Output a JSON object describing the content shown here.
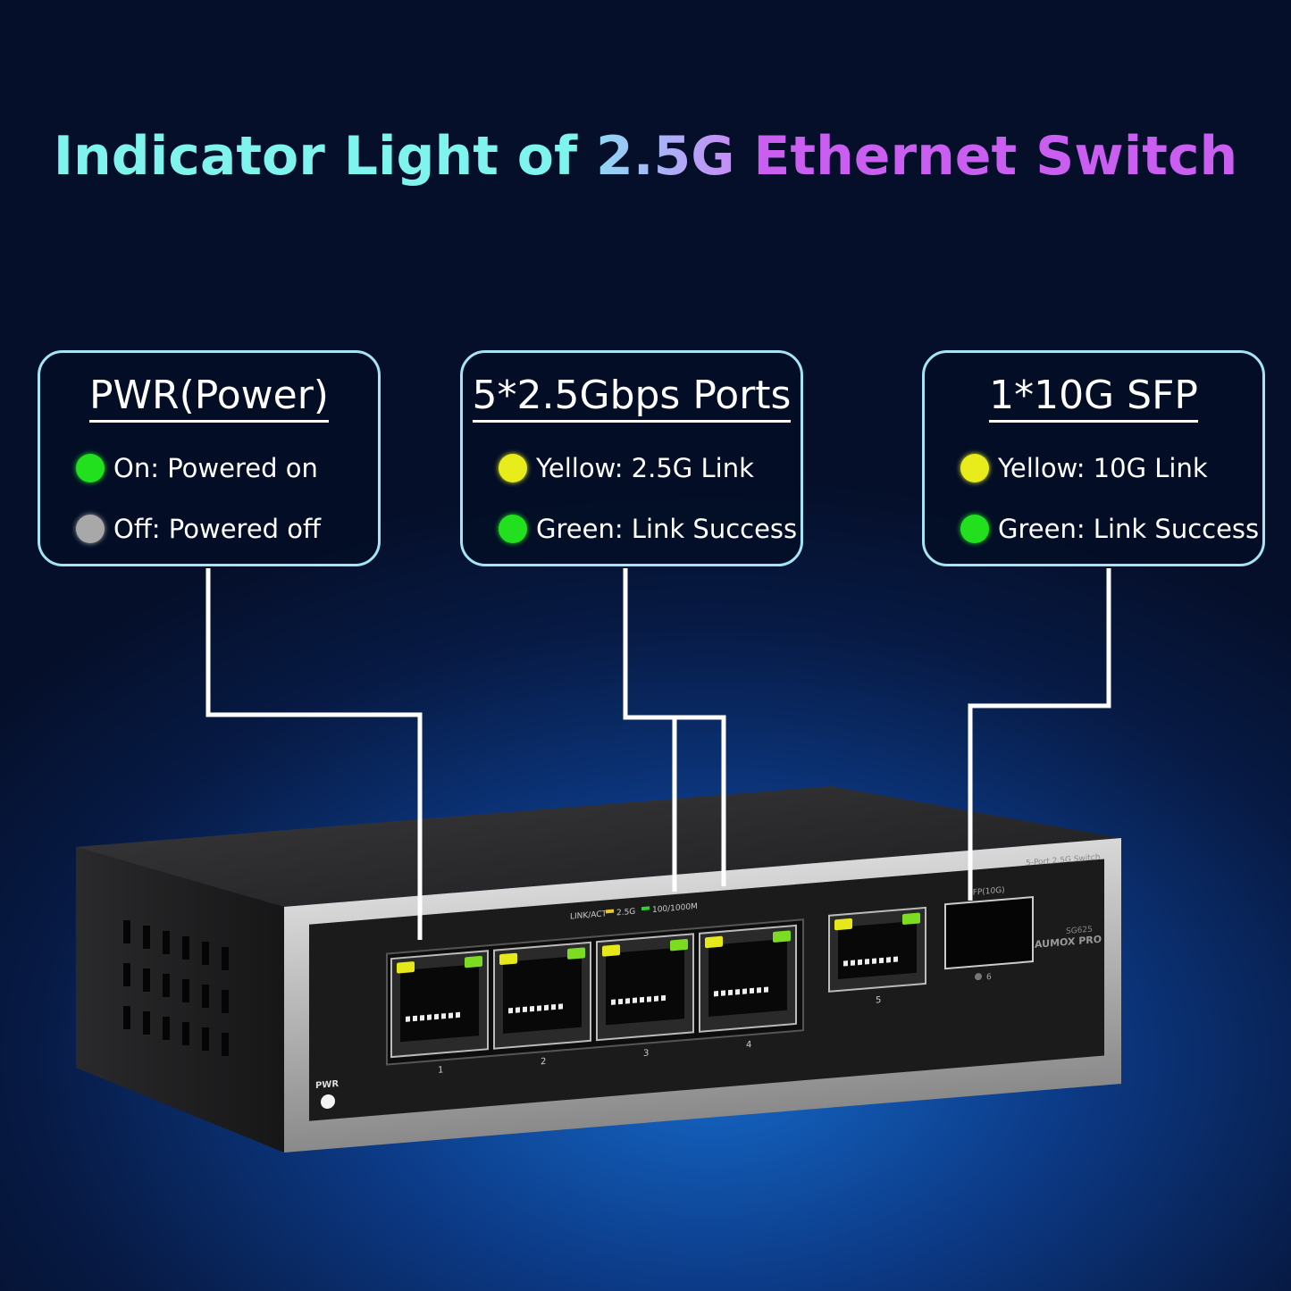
{
  "title": {
    "part1": "Indicator Light of ",
    "part2": "2.5G",
    "part3": " Ethernet Switch"
  },
  "colors": {
    "green": "#22e01e",
    "yellow": "#e8ec1a",
    "gray": "#a8a8a8",
    "border": "#a5e4f4"
  },
  "boxes": [
    {
      "heading": "PWR(Power)",
      "items": [
        {
          "color": "green",
          "text": "On: Powered on"
        },
        {
          "color": "gray",
          "text": "Off: Powered off"
        }
      ]
    },
    {
      "heading": "5*2.5Gbps Ports",
      "items": [
        {
          "color": "yellow",
          "text": "Yellow: 2.5G Link"
        },
        {
          "color": "green",
          "text": "Green: Link Success"
        }
      ]
    },
    {
      "heading": "1*10G SFP",
      "items": [
        {
          "color": "yellow",
          "text": "Yellow: 10G Link"
        },
        {
          "color": "green",
          "text": "Green: Link Success"
        }
      ]
    }
  ],
  "device": {
    "legend_link": "LINK/ACT",
    "legend_25": "2.5G",
    "legend_100": "100/1000M",
    "model_line": "5-Port 2.5G Switch",
    "sfp_label": "SFP(10G)",
    "model": "SG625",
    "brand": "AUMOX PRO",
    "pwr_label": "PWR",
    "ports": [
      "1",
      "2",
      "3",
      "4",
      "5"
    ],
    "sfp_port": "6"
  }
}
